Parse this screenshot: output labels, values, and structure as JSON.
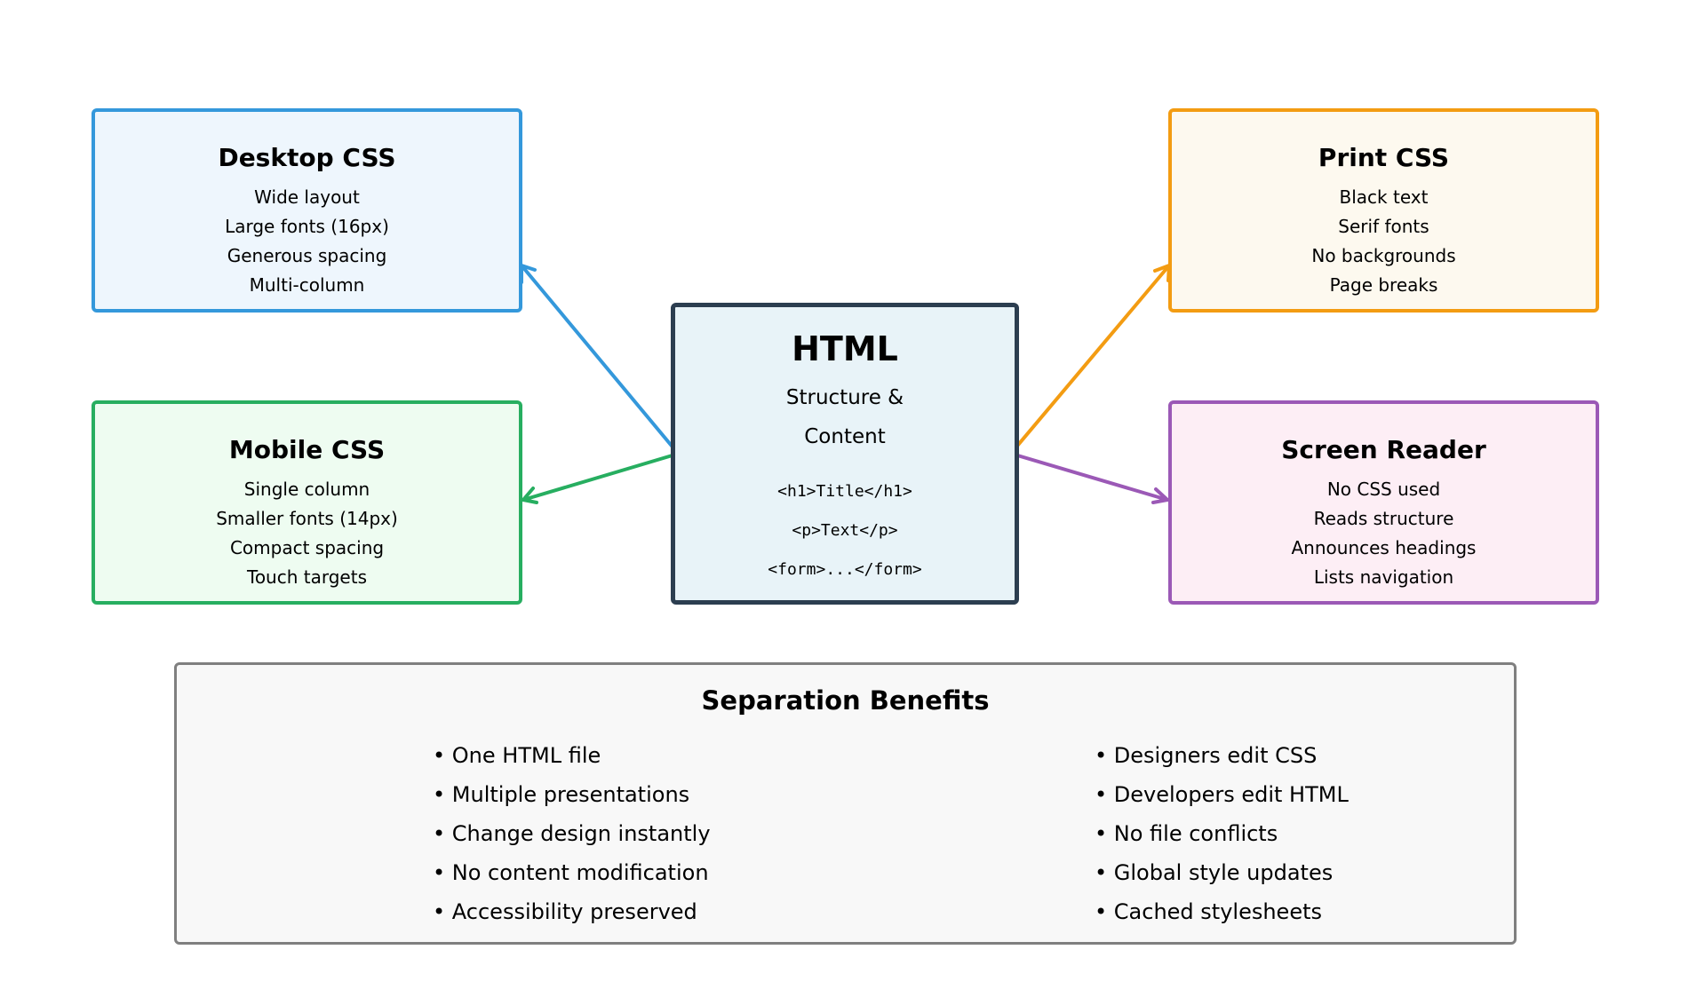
{
  "diagram": {
    "center": {
      "title": "HTML",
      "subtitle_lines": [
        "Structure &",
        "Content"
      ],
      "code_samples": [
        "<h1>Title</h1>",
        "<p>Text</p>",
        "<form>...</form>"
      ],
      "border_color": "#2c3e50"
    },
    "outputs": [
      {
        "id": "desktop",
        "title": "Desktop CSS",
        "items": [
          "Wide layout",
          "Large fonts (16px)",
          "Generous spacing",
          "Multi-column"
        ],
        "color": "#3498db"
      },
      {
        "id": "mobile",
        "title": "Mobile CSS",
        "items": [
          "Single column",
          "Smaller fonts (14px)",
          "Compact spacing",
          "Touch targets"
        ],
        "color": "#27ae60"
      },
      {
        "id": "print",
        "title": "Print CSS",
        "items": [
          "Black text",
          "Serif fonts",
          "No backgrounds",
          "Page breaks"
        ],
        "color": "#f39c12"
      },
      {
        "id": "reader",
        "title": "Screen Reader",
        "items": [
          "No CSS used",
          "Reads structure",
          "Announces headings",
          "Lists navigation"
        ],
        "color": "#9b59b6"
      }
    ],
    "connections": [
      {
        "from": "HTML",
        "to": "Desktop CSS",
        "color": "#3498db"
      },
      {
        "from": "HTML",
        "to": "Mobile CSS",
        "color": "#27ae60"
      },
      {
        "from": "HTML",
        "to": "Print CSS",
        "color": "#f39c12"
      },
      {
        "from": "HTML",
        "to": "Screen Reader",
        "color": "#9b59b6"
      }
    ],
    "benefits": {
      "title": "Separation Benefits",
      "left": [
        "• One HTML file",
        "• Multiple presentations",
        "• Change design instantly",
        "• No content modification",
        "• Accessibility preserved"
      ],
      "right": [
        "• Designers edit CSS",
        "• Developers edit HTML",
        "• No file conflicts",
        "• Global style updates",
        "• Cached stylesheets"
      ]
    }
  }
}
